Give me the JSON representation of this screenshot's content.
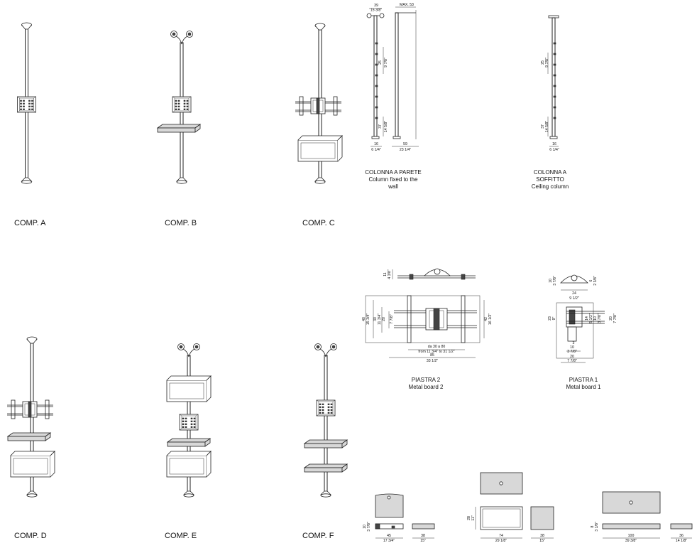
{
  "components": [
    {
      "id": "a",
      "label": "COMP. A"
    },
    {
      "id": "b",
      "label": "COMP. B"
    },
    {
      "id": "c",
      "label": "COMP. C"
    },
    {
      "id": "d",
      "label": "COMP. D"
    },
    {
      "id": "e",
      "label": "COMP. E"
    },
    {
      "id": "f",
      "label": "COMP. F"
    }
  ],
  "wall_column": {
    "caption": [
      "COLONNA A PARETE",
      "Column fixed to the",
      "wall"
    ],
    "dims": {
      "top_width": [
        "39",
        "15 3/8\""
      ],
      "max": "MAX. 53",
      "upper_height": [
        "25",
        "9 7/8\""
      ],
      "lower_height": [
        "37",
        "14 5/8\""
      ],
      "base_left": [
        "16",
        "6 1/4\""
      ],
      "base_right": [
        "59",
        "23 1/4\""
      ]
    }
  },
  "ceiling_column": {
    "caption": [
      "COLONNA A",
      "SOFFITTO",
      "Ceiling column"
    ],
    "dims": {
      "upper_height": [
        "25",
        "9 7/8\""
      ],
      "lower_height": [
        "37",
        "14 5/8\""
      ],
      "base": [
        "16",
        "6 1/4\""
      ]
    }
  },
  "piastra2": {
    "caption": [
      "PIASTRA 2",
      "Metal board 2"
    ],
    "dims": {
      "top_thickness": [
        "11",
        "4 3/8\""
      ],
      "outer_height": [
        "40",
        "15 3/4\""
      ],
      "inner_height_a": [
        "30",
        "11 3/4\""
      ],
      "inner_height_b": [
        "20",
        "7 7/8\""
      ],
      "right_height": [
        "42",
        "16 1/2\""
      ],
      "range": [
        "da 30 a 80",
        "from 11 3/4\" to 31 1/2\""
      ],
      "total_width": [
        "85",
        "33 1/2\""
      ]
    }
  },
  "piastra1": {
    "caption": [
      "PIASTRA 1",
      "Metal board 1"
    ],
    "dims": {
      "top_height": [
        "10",
        "3 7/8\""
      ],
      "top_side": [
        "6",
        "2 3/8\""
      ],
      "top_width": [
        "24",
        "9 1/2\""
      ],
      "left_height": [
        "23",
        "9\""
      ],
      "inner_a": [
        "14",
        "5 1/2\""
      ],
      "inner_b": [
        "10",
        "3 7/8\""
      ],
      "right_height": [
        "20",
        "7 7/8\""
      ],
      "bottom_a": [
        "10",
        "3 7/8\""
      ],
      "bottom_b": [
        "20",
        "7 7/8\""
      ],
      "small": "3"
    }
  },
  "shelves": {
    "small": {
      "height": [
        "10",
        "3 7/8\""
      ],
      "width": [
        "45",
        "17 3/4\""
      ],
      "depth": [
        "38",
        "15\""
      ]
    },
    "medium": {
      "height": [
        "28",
        "11\""
      ],
      "width": [
        "74",
        "29 1/8\""
      ],
      "depth": [
        "38",
        "15\""
      ]
    },
    "large": {
      "height": [
        "8",
        "3 1/8\""
      ],
      "width": [
        "100",
        "39 3/8\""
      ],
      "depth": [
        "36",
        "14 1/8\""
      ]
    }
  }
}
